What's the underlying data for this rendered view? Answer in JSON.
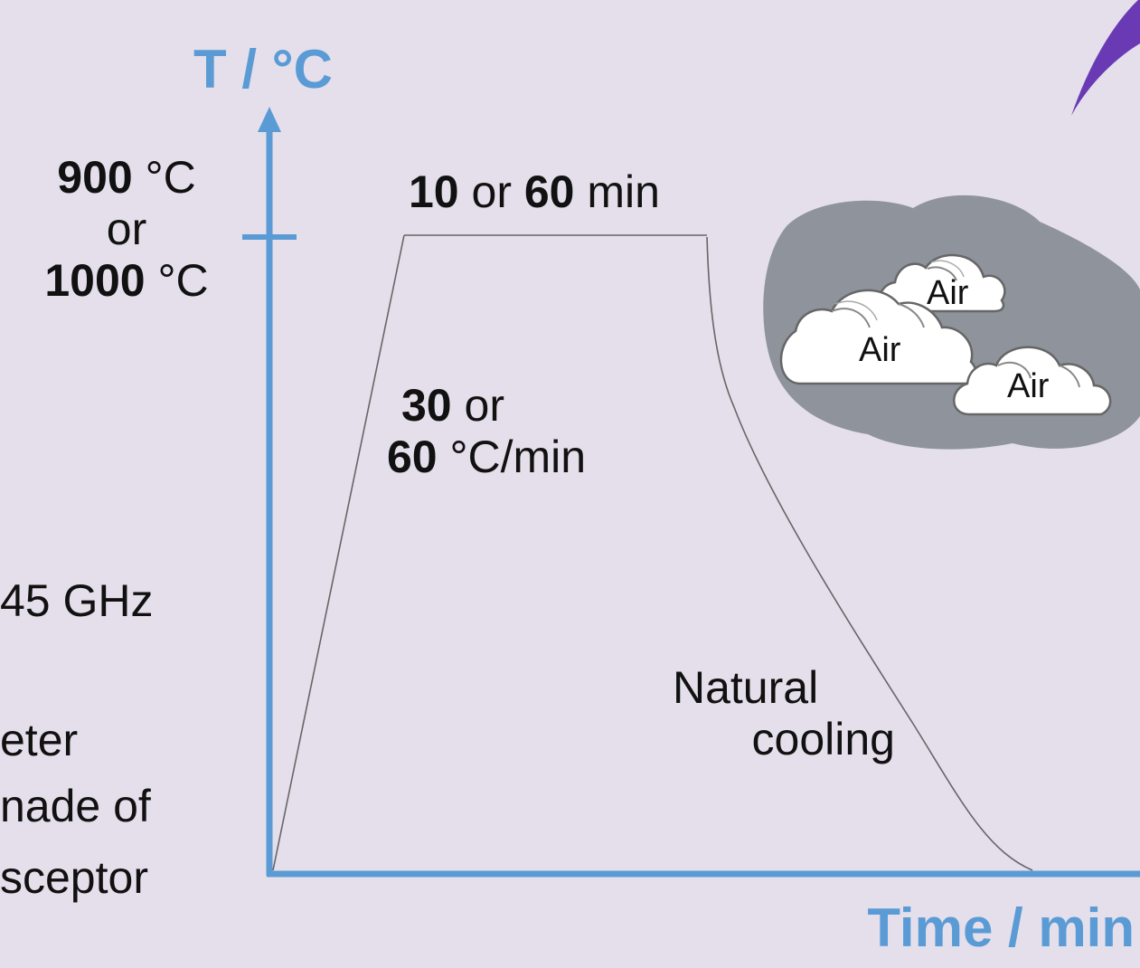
{
  "axes": {
    "y_title": "T / °C",
    "x_title": "Time / min",
    "axis_color": "#5b9bd5"
  },
  "temperature_label": {
    "value1": "900",
    "unit1": " °C",
    "connector": "or",
    "value2": "1000",
    "unit2": " °C"
  },
  "hold_label": {
    "value1": "10",
    "connector": " or ",
    "value2": "60",
    "unit": " min"
  },
  "rate_label": {
    "value1": "30",
    "connector": " or",
    "value2": "60",
    "unit": " °C/min"
  },
  "cooling_label": {
    "line1": "Natural",
    "line2": "cooling"
  },
  "clouds": {
    "labels": [
      "Air",
      "Air",
      "Air"
    ],
    "backdrop_color": "#8e939c"
  },
  "left_cutoff_text": [
    "45 GHz",
    "eter",
    "nade of",
    "sceptor"
  ],
  "corner_shape_color": "#6a3ab5"
}
